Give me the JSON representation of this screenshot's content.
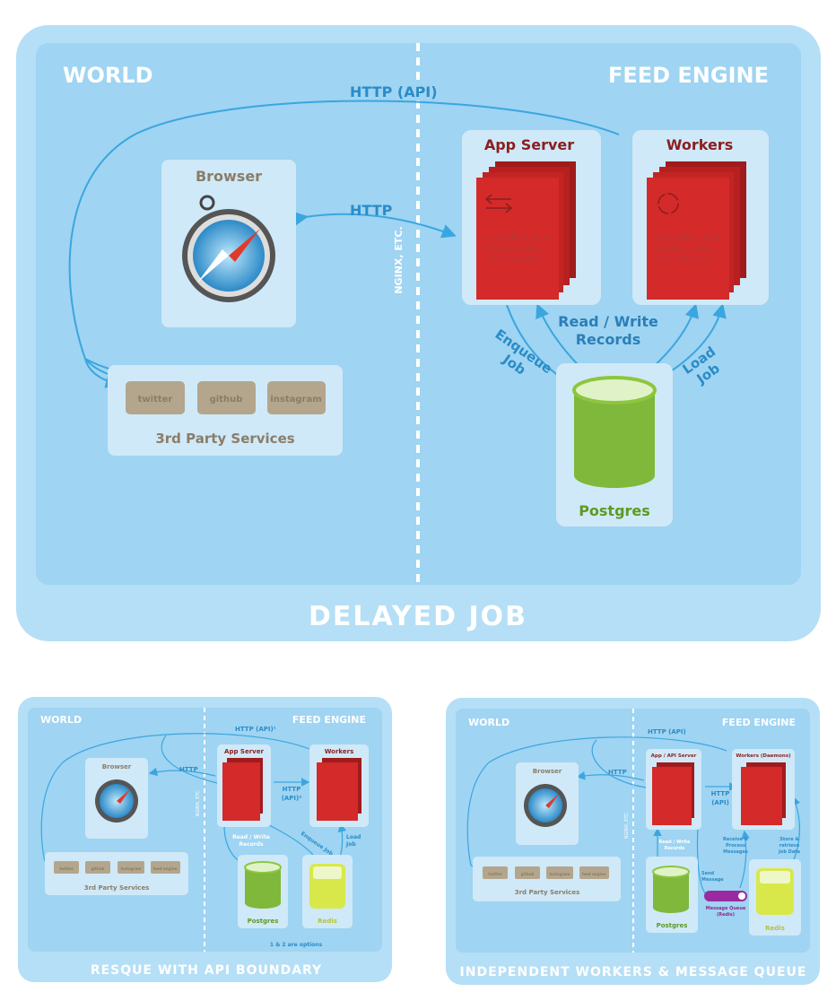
{
  "main": {
    "world": "WORLD",
    "feed_engine": "FEED ENGINE",
    "title": "DELAYED JOB",
    "http_api": "HTTP (API)",
    "http": "HTTP",
    "nginx": "NGINX, ETC.",
    "browser": "Browser",
    "third_party": {
      "label": "3rd Party Services",
      "services": [
        "twitter",
        "github",
        "instagram"
      ]
    },
    "app_server": {
      "title": "App Server",
      "desc": [
        "controllers, jobs",
        "models, views,",
        "client libraries"
      ]
    },
    "workers": {
      "title": "Workers",
      "desc": [
        "controllers, jobs",
        "models, views,",
        "client libraries"
      ]
    },
    "postgres": "Postgres",
    "read_write": [
      "Read / Write",
      "Records"
    ],
    "enqueue": [
      "Enqueue",
      "Job"
    ],
    "load": [
      "Load",
      "Job"
    ]
  },
  "resque": {
    "title": "RESQUE WITH API BOUNDARY",
    "world": "WORLD",
    "feed_engine": "FEED ENGINE",
    "http_api": "HTTP (API)¹",
    "http": "HTTP",
    "nginx": "NGINX, ETC.",
    "browser": "Browser",
    "third_party": {
      "label": "3rd Party Services",
      "services": [
        "twitter",
        "github",
        "instagram",
        "feed engine"
      ]
    },
    "app_server": "App Server",
    "workers": "Workers",
    "http_api_mid": [
      "HTTP",
      "(API)²"
    ],
    "read_write": [
      "Read / Write",
      "Records"
    ],
    "enqueue": "Enqueue Job",
    "load": [
      "Load",
      "Job"
    ],
    "postgres": "Postgres",
    "redis": "Redis",
    "note": "1 & 2 are options"
  },
  "independent": {
    "title": "INDEPENDENT WORKERS & MESSAGE QUEUE",
    "world": "WORLD",
    "feed_engine": "FEED ENGINE",
    "http_api": "HTTP (API)",
    "http": "HTTP",
    "nginx": "NGINX, ETC.",
    "browser": "Browser",
    "third_party": {
      "label": "3rd Party Services",
      "services": [
        "twitter",
        "github",
        "instagram",
        "feed engine"
      ]
    },
    "app_server": "App / API Server",
    "workers": "Workers (Daemons)",
    "http_api_mid": [
      "HTTP",
      "(API)"
    ],
    "read_write": [
      "Read / Write",
      "Records"
    ],
    "receive": [
      "Receive &",
      "Process",
      "Messages"
    ],
    "store": [
      "Store &",
      "retrieve",
      "Job Data"
    ],
    "send": [
      "Send",
      "Message"
    ],
    "queue": [
      "Message Queue",
      "(Redis)"
    ],
    "postgres": "Postgres",
    "redis": "Redis"
  },
  "colors": {
    "panel_outer": "#b5dff6",
    "panel_inner": "#9fd4f2",
    "arrow": "#3aa6e0",
    "server_red": "#d42a2a",
    "postgres_green": "#8dc63f",
    "redis_yellow": "#d8e84a",
    "queue_purple": "#9a2aa0"
  }
}
